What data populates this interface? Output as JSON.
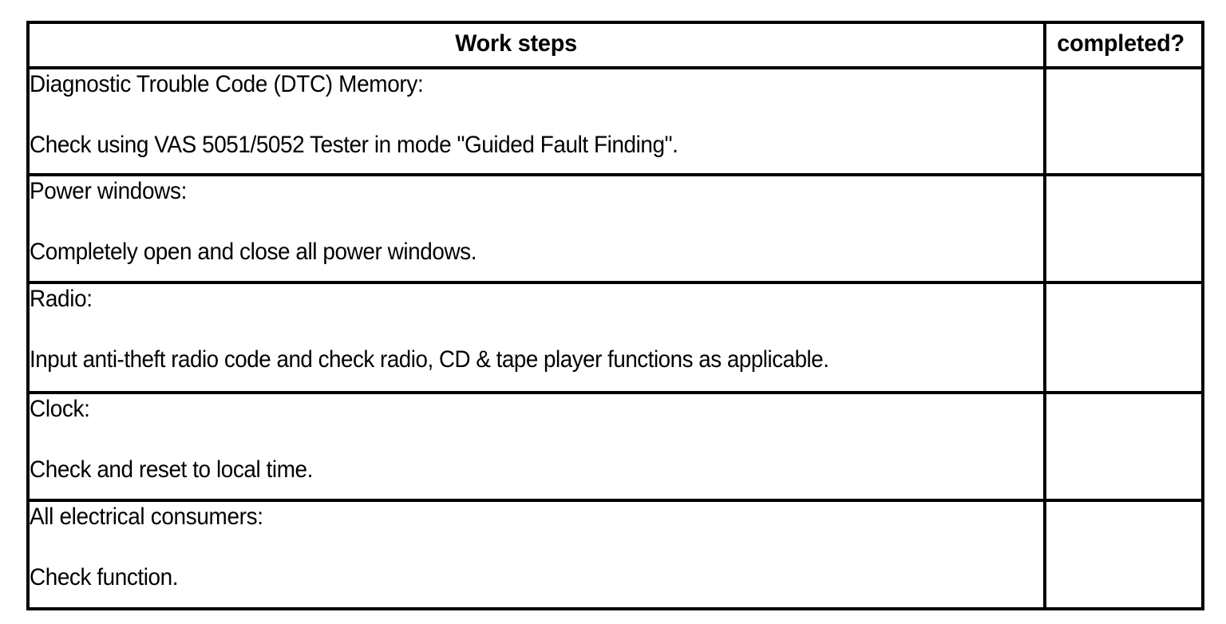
{
  "document": {
    "type": "checklist-table",
    "background_color": "#ffffff",
    "text_color": "#000000",
    "border_color": "#000000"
  },
  "table": {
    "headers": {
      "work_steps": "Work steps",
      "completed": "completed?"
    },
    "rows": [
      {
        "title": "Diagnostic Trouble Code (DTC) Memory:",
        "detail": "Check using VAS 5051/5052 Tester in mode \"Guided Fault Finding\".",
        "completed": ""
      },
      {
        "title": "Power windows:",
        "detail": "Completely open and close all power windows.",
        "completed": ""
      },
      {
        "title": "Radio:",
        "detail": "Input anti-theft radio code and check radio, CD & tape player functions as applicable.",
        "completed": ""
      },
      {
        "title": "Clock:",
        "detail": "Check and reset to local time.",
        "completed": ""
      },
      {
        "title": "All electrical consumers:",
        "detail": "Check function.",
        "completed": ""
      }
    ]
  }
}
